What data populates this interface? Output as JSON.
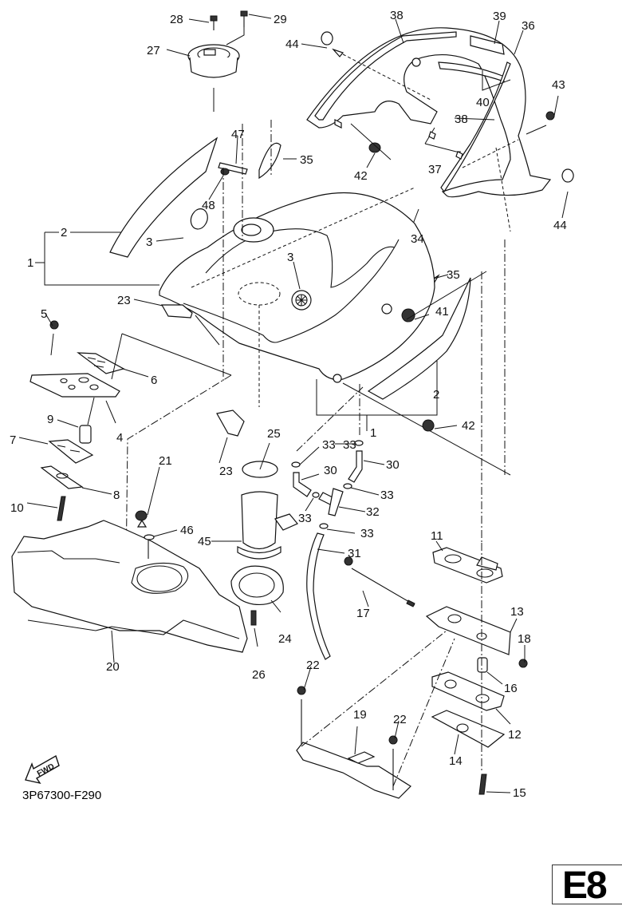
{
  "diagram": {
    "title": "Fuel tank / side cover exploded parts diagram",
    "reference_code": "3P67300-F290",
    "page_label": "E8",
    "fwd_label": "FWD",
    "callouts": {
      "c1a": "1",
      "c1b": "1",
      "c2a": "2",
      "c2b": "2",
      "c3a": "3",
      "c3b": "3",
      "c4": "4",
      "c5": "5",
      "c6": "6",
      "c7": "7",
      "c8": "8",
      "c9": "9",
      "c10": "10",
      "c11": "11",
      "c12": "12",
      "c13": "13",
      "c14": "14",
      "c15": "15",
      "c16": "16",
      "c17": "17",
      "c18": "18",
      "c19": "19",
      "c20": "20",
      "c21": "21",
      "c22a": "22",
      "c22b": "22",
      "c23a": "23",
      "c23b": "23",
      "c24": "24",
      "c25": "25",
      "c26": "26",
      "c27": "27",
      "c28": "28",
      "c29": "29",
      "c30a": "30",
      "c30b": "30",
      "c31": "31",
      "c32": "32",
      "c33a": "33",
      "c33b": "33",
      "c33c": "33",
      "c33d": "33",
      "c33e": "33",
      "c34": "34",
      "c35a": "35",
      "c35b": "35",
      "c36": "36",
      "c37": "37",
      "c38a": "38",
      "c38b": "38",
      "c39": "39",
      "c40": "40",
      "c41": "41",
      "c42a": "42",
      "c42b": "42",
      "c43": "43",
      "c44a": "44",
      "c44b": "44",
      "c45": "45",
      "c46": "46",
      "c47": "47",
      "c48": "48"
    }
  }
}
